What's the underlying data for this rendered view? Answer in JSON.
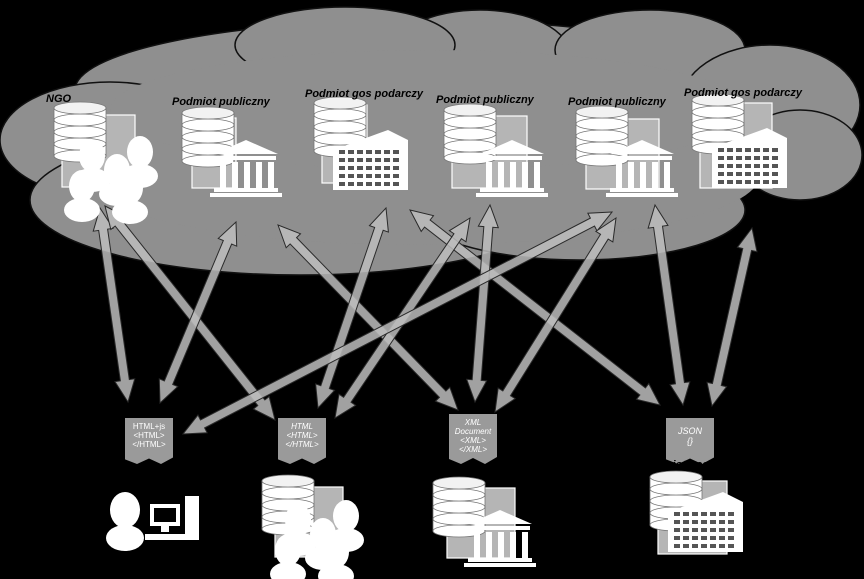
{
  "cloud_nodes": [
    {
      "label": "NGO",
      "kind": "ngo"
    },
    {
      "label": "Podmiot publiczny",
      "kind": "public"
    },
    {
      "label": "Podmiot gos podarczy",
      "kind": "business"
    },
    {
      "label": "Podmiot publiczny",
      "kind": "public"
    },
    {
      "label": "Podmiot publiczny",
      "kind": "public"
    },
    {
      "label": "Podmiot gos podarczy",
      "kind": "business"
    }
  ],
  "formats": [
    {
      "lines": [
        "HTML+js",
        "<HTML>",
        "</HTML>"
      ]
    },
    {
      "lines": [
        "HTML",
        "<HTML>",
        "</HTML>"
      ]
    },
    {
      "lines": [
        "XML",
        "Document",
        "<XML>",
        "</XML>"
      ]
    },
    {
      "lines": [
        "JSON",
        "{}"
      ]
    }
  ],
  "bottom_nodes": [
    {
      "label": "",
      "kind": "user"
    },
    {
      "label": "NGO",
      "kind": "ngo"
    },
    {
      "label": "Podmiot publiczny",
      "kind": "public"
    },
    {
      "label": "Podmiot gos podarczy",
      "kind": "business"
    }
  ],
  "icons": {
    "database": "database-icon",
    "building_public": "public-building-icon",
    "building_business": "office-building-icon",
    "people": "people-icon",
    "computer": "computer-icon"
  },
  "colors": {
    "background": "#000000",
    "cloud": "#8f8f8f",
    "doc": "#9a9a9a",
    "arrow": "#bdbdbd",
    "icon": "#ffffff"
  }
}
